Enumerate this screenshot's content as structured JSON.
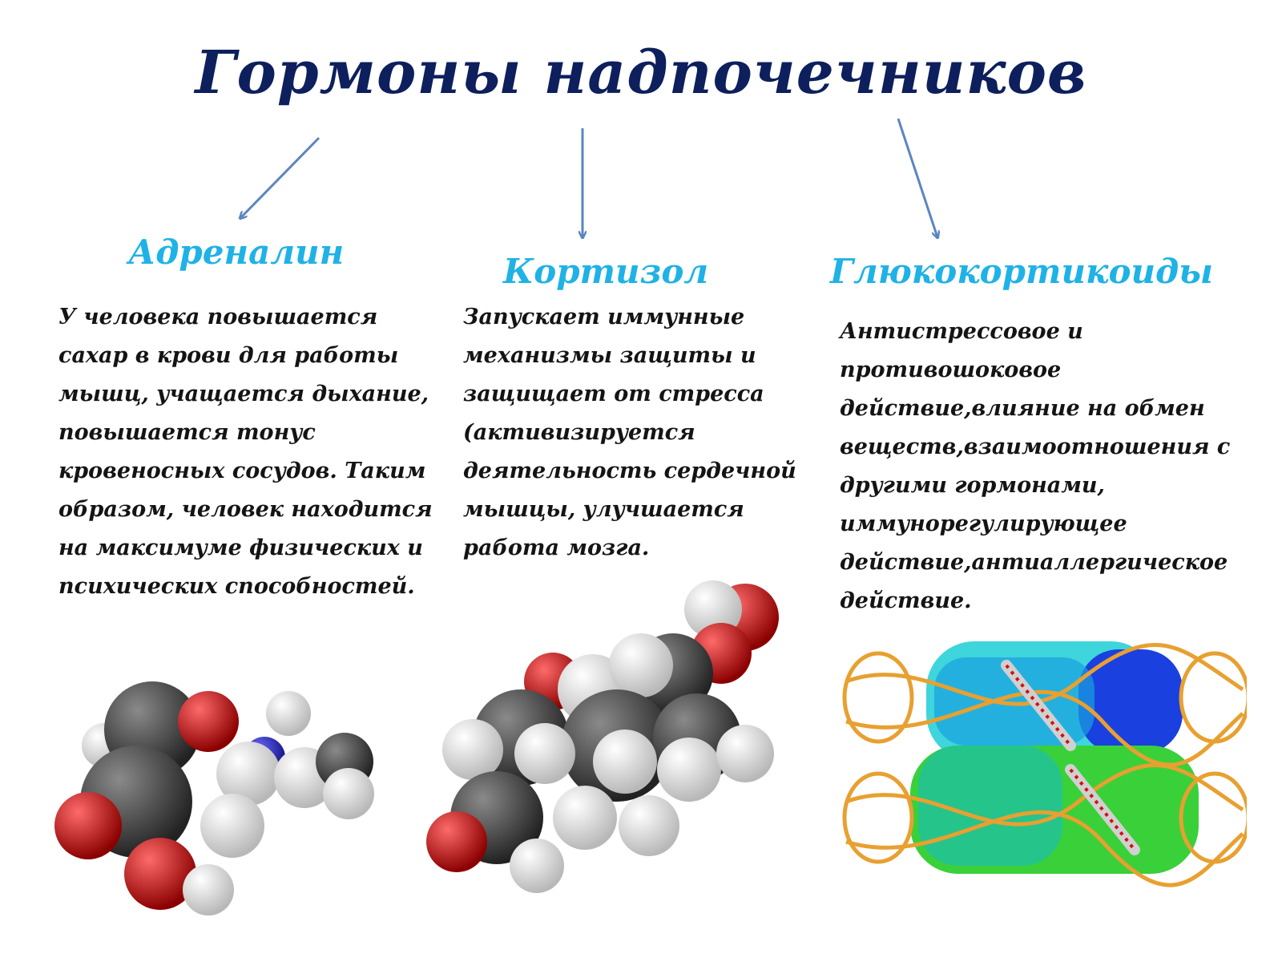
{
  "title": "Гормоны надпочечников",
  "columns": [
    {
      "heading": "Адреналин",
      "text": "У человека повышается сахар в крови для работы мышц, учащается дыхание, повышается тонус кровеносных сосудов. Таким образом, человек находится на максимуме физических и психических способностей.",
      "image": "adrenaline-molecule-model"
    },
    {
      "heading": "Кортизол",
      "text": "Запускает иммунные механизмы защиты и защищает от стресса (активизируется деятельность сердечной мышцы, улучшается работа мозга.",
      "image": "cortisol-molecule-model"
    },
    {
      "heading": "Глюкокортикоиды",
      "text": "Антистрессовое и противошоковое действие,влияние на обмен веществ,взаимоотношения с другими гормонами, иммунорегулирующее действие,антиаллергическое действие.",
      "image": "glucocorticoid-receptor-dna-complex"
    }
  ],
  "colors": {
    "title": "#0d1f5c",
    "heading": "#1fb2e6",
    "body": "#141414",
    "arrow": "#5b86c0",
    "carbon": "#3a3a3a",
    "oxygen": "#d01010",
    "hydrogen": "#f2f2f2",
    "nitrogen": "#2222cc",
    "dna": "#e8a030",
    "protein_cyan": "#2ad0d8",
    "protein_blue": "#1a40e0",
    "protein_green": "#3ad03a"
  }
}
